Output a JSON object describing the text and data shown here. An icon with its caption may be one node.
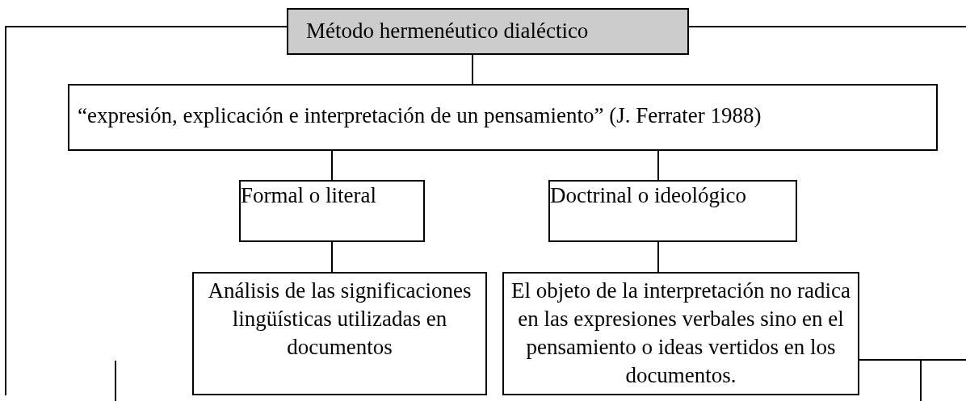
{
  "diagram": {
    "nodes": [
      {
        "text": [
          "Método hermenéutico  dialéctico"
        ]
      },
      {
        "text": [
          "“expresión, explicación e interpretación de un pensamiento” (J. Ferrater 1988)"
        ]
      },
      {
        "text": [
          "Formal o literal"
        ]
      },
      {
        "text": [
          "Doctrinal o ideológico"
        ]
      },
      {
        "text": [
          "Análisis de las significaciones lingüísticas utilizadas en documentos"
        ]
      },
      {
        "text": [
          "El objeto de la interpretación no radica en las expresiones verbales sino en el pensamiento o ideas vertidos en los documentos."
        ]
      }
    ],
    "edges": [
      {
        "from": 0,
        "to": null,
        "arrow": "none"
      },
      {
        "from": 0,
        "to": null,
        "arrow": "none"
      },
      {
        "from": 0,
        "to": 1,
        "arrow": "none"
      },
      {
        "from": 1,
        "to": 2,
        "arrow": "none"
      },
      {
        "from": 1,
        "to": 3,
        "arrow": "none"
      },
      {
        "from": 2,
        "to": 4,
        "arrow": "none"
      },
      {
        "from": 3,
        "to": 5,
        "arrow": "none"
      },
      {
        "from": 5,
        "to": null,
        "arrow": "none"
      }
    ]
  }
}
